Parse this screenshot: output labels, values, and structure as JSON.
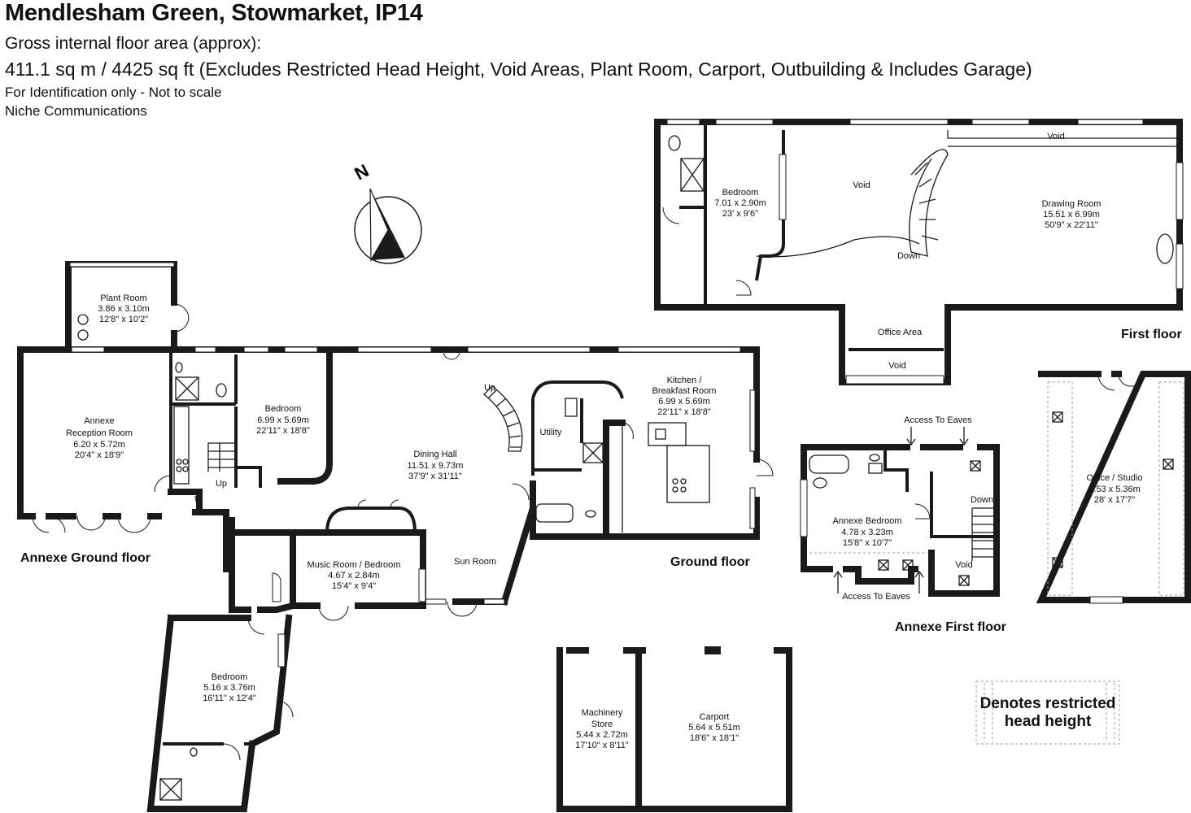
{
  "header": {
    "title": "Mendlesham Green, Stowmarket, IP14",
    "subtitle": "Gross internal floor area (approx):",
    "area": "411.1 sq m / 4425 sq ft (Excludes Restricted Head Height, Void Areas, Plant Room, Carport, Outbuilding & Includes Garage)",
    "note": "For Identification only - Not to scale",
    "agent": "Niche Communications"
  },
  "compass": {
    "label": "N"
  },
  "floors": {
    "annexe_ground": "Annexe Ground floor",
    "ground": "Ground floor",
    "first": "First floor",
    "annexe_first": "Annexe First floor"
  },
  "rooms": {
    "plant": {
      "name": "Plant Room",
      "metric": "3.86 x 3.10m",
      "imperial": "12'8\" x 10'2\""
    },
    "annexe_reception": {
      "name": "Annexe",
      "name2": "Reception Room",
      "metric": "6.20 x 5.72m",
      "imperial": "20'4\" x 18'9\""
    },
    "bedroom_ground": {
      "name": "Bedroom",
      "metric": "6.99 x 5.69m",
      "imperial": "22'11\" x 18'8\""
    },
    "dining": {
      "name": "Dining Hall",
      "metric": "11.51 x 9.73m",
      "imperial": "37'9\" x 31'11\""
    },
    "utility": {
      "name": "Utility"
    },
    "kitchen": {
      "name": "Kitchen /",
      "name2": "Breakfast Room",
      "metric": "6.99 x 5.69m",
      "imperial": "22'11\" x 18'8\""
    },
    "music": {
      "name": "Music Room / Bedroom",
      "metric": "4.67 x 2.84m",
      "imperial": "15'4\" x 9'4\""
    },
    "sun": {
      "name": "Sun Room"
    },
    "bedroom_lower": {
      "name": "Bedroom",
      "metric": "5.16 x 3.76m",
      "imperial": "16'11\" x 12'4\""
    },
    "bedroom_first": {
      "name": "Bedroom",
      "metric": "7.01 x 2.90m",
      "imperial": "23' x 9'6\""
    },
    "void_first": {
      "name": "Void"
    },
    "void_top": {
      "name": "Void"
    },
    "drawing": {
      "name": "Drawing Room",
      "metric": "15.51 x 6.99m",
      "imperial": "50'9\" x 22'11\""
    },
    "office_area": {
      "name": "Office Area"
    },
    "void_office": {
      "name": "Void"
    },
    "annexe_bedroom": {
      "name": "Annexe Bedroom",
      "metric": "4.78 x 3.23m",
      "imperial": "15'8\" x 10'7\""
    },
    "void_annexe": {
      "name": "Void"
    },
    "office_studio": {
      "name": "Office / Studio",
      "metric": "8.53 x 5.36m",
      "imperial": "28' x 17'7\""
    },
    "machinery": {
      "name": "Machinery",
      "name2": "Store",
      "metric": "5.44 x 2.72m",
      "imperial": "17'10\" x 8'11\""
    },
    "carport": {
      "name": "Carport",
      "metric": "5.64 x 5.51m",
      "imperial": "18'6\" x 18'1\""
    }
  },
  "labels": {
    "up_stair_main": "Up",
    "up_stair_annexe": "Up",
    "down_first": "Down",
    "down_annexe": "Down",
    "access_eaves_top": "Access To Eaves",
    "access_eaves_bottom": "Access To Eaves"
  },
  "legend": {
    "line1": "Denotes restricted",
    "line2": "head height"
  }
}
